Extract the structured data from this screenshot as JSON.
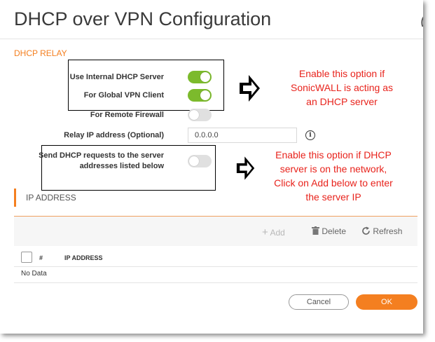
{
  "dialog": {
    "title": "DHCP over VPN Configuration",
    "title_overflow": "("
  },
  "relay": {
    "section_label": "DHCP RELAY",
    "use_internal_label": "Use Internal DHCP Server",
    "use_internal_on": true,
    "global_vpn_label": "For Global VPN Client",
    "global_vpn_on": true,
    "remote_fw_label": "For Remote Firewall",
    "remote_fw_on": false,
    "relay_ip_label": "Relay IP address (Optional)",
    "relay_ip_value": "0.0.0.0",
    "info_icon": "info-icon",
    "send_requests_label_line1": "Send DHCP requests to the server",
    "send_requests_label_line2": "addresses listed below",
    "send_requests_on": false
  },
  "annotations": {
    "note1": [
      "Enable this option if",
      "SonicWALL is acting as",
      "an DHCP server"
    ],
    "note2": [
      "Enable this option if DHCP",
      "server is on the network,",
      "Click on Add below to enter",
      "the server IP"
    ]
  },
  "ip_table": {
    "section_label": "IP ADDRESS",
    "toolbar": {
      "add": "Add",
      "delete": "Delete",
      "refresh": "Refresh"
    },
    "columns": [
      "#",
      "IP ADDRESS"
    ],
    "empty_text": "No Data"
  },
  "footer": {
    "cancel": "Cancel",
    "ok": "OK"
  },
  "colors": {
    "accent": "#f47f20",
    "toggle_on": "#7cba2c",
    "annotation": "#e8231c"
  }
}
